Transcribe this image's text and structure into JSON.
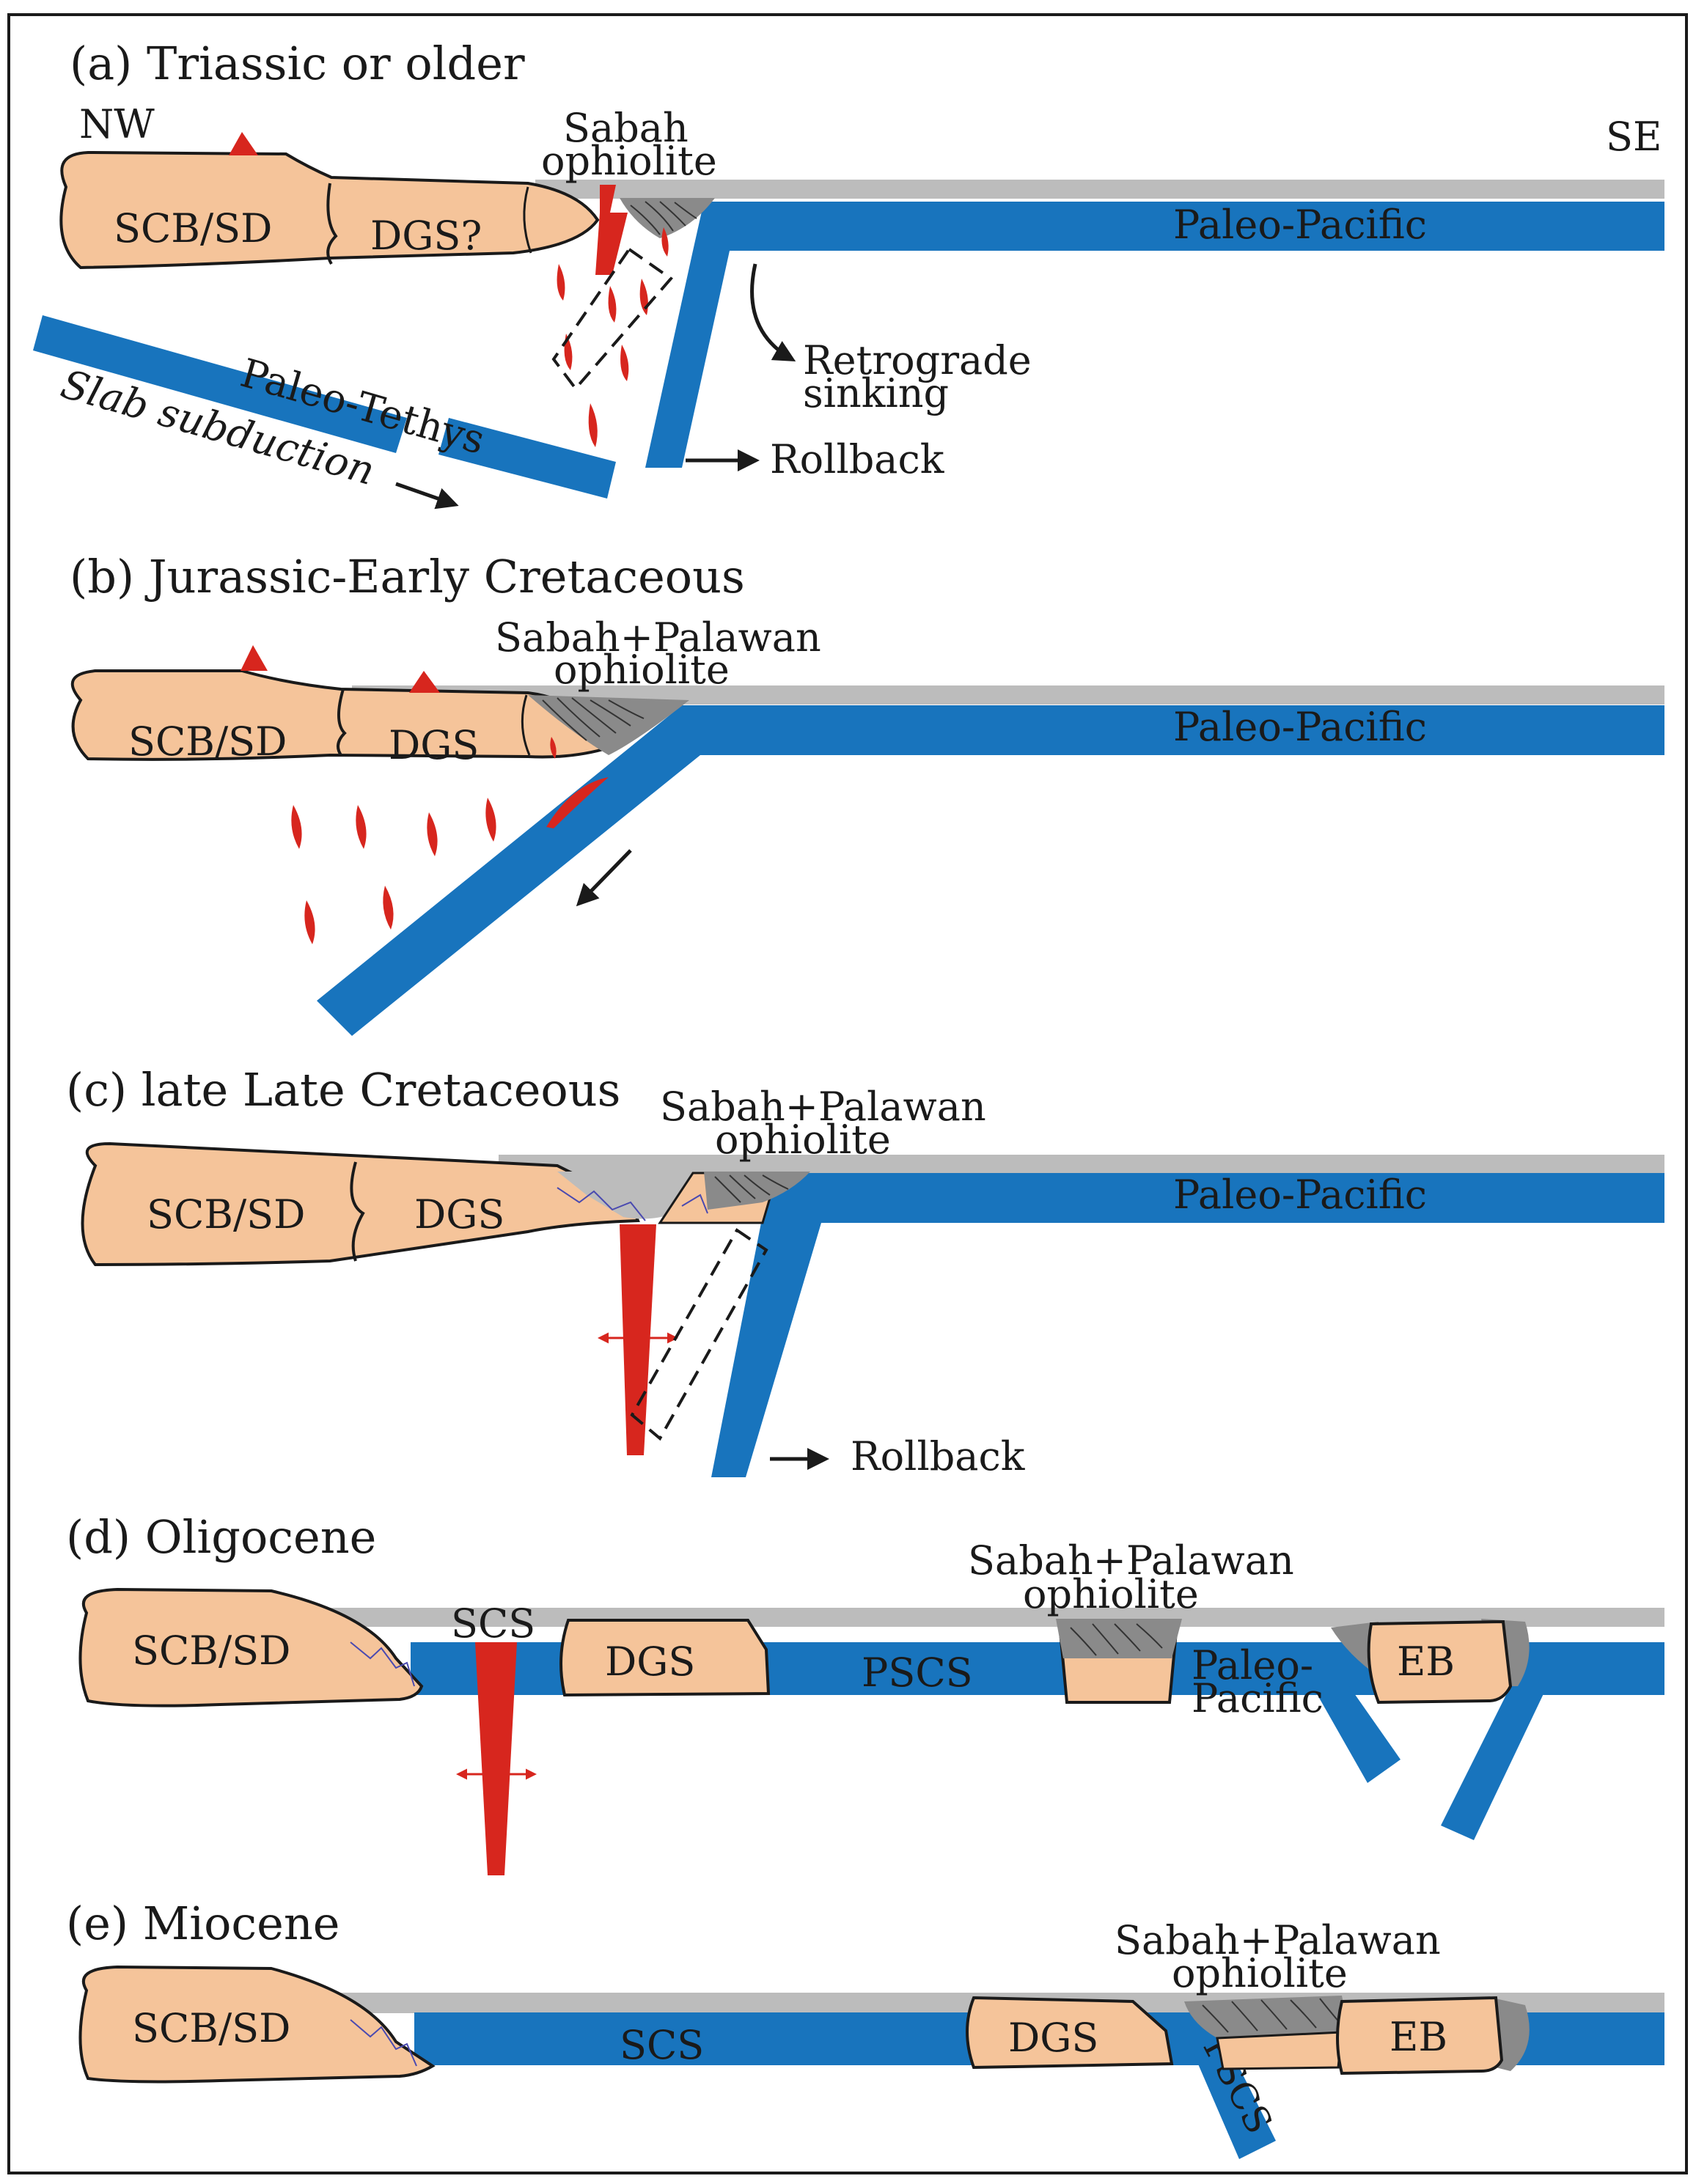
{
  "colors": {
    "continent": "#f5c49a",
    "oceanic_plate": "#1874bd",
    "sediment": "#bcbcbc",
    "ophiolite": "#8a8a8a",
    "magma": "#d7261e",
    "outline": "#1a1a1a"
  },
  "direction": {
    "left": "NW",
    "right": "SE"
  },
  "panels": {
    "a": {
      "title": "(a) Triassic or older",
      "continent": "SCB/SD",
      "block": "DGS?",
      "ophiolite": [
        "Sabah",
        "ophiolite"
      ],
      "ocean": "Paleo-Pacific",
      "tethys": "Paleo-Tethys",
      "slab_subduction": "Slab subduction",
      "retrograde": [
        "Retrograde",
        "sinking"
      ],
      "rollback": "Rollback"
    },
    "b": {
      "title": "(b) Jurassic-Early Cretaceous",
      "continent": "SCB/SD",
      "block": "DGS",
      "ophiolite": [
        "Sabah+Palawan",
        "ophiolite"
      ],
      "ocean": "Paleo-Pacific"
    },
    "c": {
      "title": "(c) late Late Cretaceous",
      "continent": "SCB/SD",
      "block": "DGS",
      "ophiolite": [
        "Sabah+Palawan",
        "ophiolite"
      ],
      "ocean": "Paleo-Pacific",
      "rollback": "Rollback"
    },
    "d": {
      "title": "(d) Oligocene",
      "continent": "SCB/SD",
      "rift": "SCS",
      "block": "DGS",
      "ocean_new": "PSCS",
      "ophiolite": [
        "Sabah+Palawan",
        "ophiolite"
      ],
      "ocean_old": [
        "Paleo-",
        "Pacific"
      ],
      "eb": "EB"
    },
    "e": {
      "title": "(e) Miocene",
      "continent": "SCB/SD",
      "ocean_new": "SCS",
      "block": "DGS",
      "ophiolite": [
        "Sabah+Palawan",
        "ophiolite"
      ],
      "eb": "EB",
      "subducted": "PSCS"
    }
  }
}
